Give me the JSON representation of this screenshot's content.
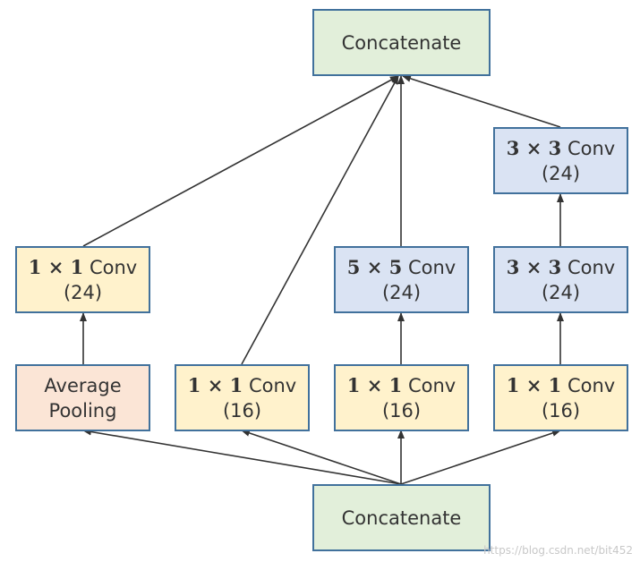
{
  "top_concat": {
    "label": "Concatenate",
    "color": "#e2efda"
  },
  "bottom_concat": {
    "label": "Concatenate",
    "color": "#e2efda"
  },
  "branch1": {
    "pool": {
      "label_line1": "Average",
      "label_line2": "Pooling",
      "color": "#fbe5d6"
    },
    "conv": {
      "dims": "1 × 1",
      "op": "Conv",
      "channels": "(24)",
      "color": "#fff2cc"
    }
  },
  "branch2": {
    "conv": {
      "dims": "1 × 1",
      "op": "Conv",
      "channels": "(16)",
      "color": "#fff2cc"
    }
  },
  "branch3": {
    "reduce": {
      "dims": "1 × 1",
      "op": "Conv",
      "channels": "(16)",
      "color": "#fff2cc"
    },
    "conv": {
      "dims": "5 × 5",
      "op": "Conv",
      "channels": "(24)",
      "color": "#dae3f3"
    }
  },
  "branch4": {
    "reduce": {
      "dims": "1 × 1",
      "op": "Conv",
      "channels": "(16)",
      "color": "#fff2cc"
    },
    "conv_a": {
      "dims": "3 × 3",
      "op": "Conv",
      "channels": "(24)",
      "color": "#dae3f3"
    },
    "conv_b": {
      "dims": "3 × 3",
      "op": "Conv",
      "channels": "(24)",
      "color": "#dae3f3"
    }
  },
  "colors": {
    "border": "#41719c",
    "arrow": "#333333"
  },
  "watermark": "https://blog.csdn.net/bit452"
}
